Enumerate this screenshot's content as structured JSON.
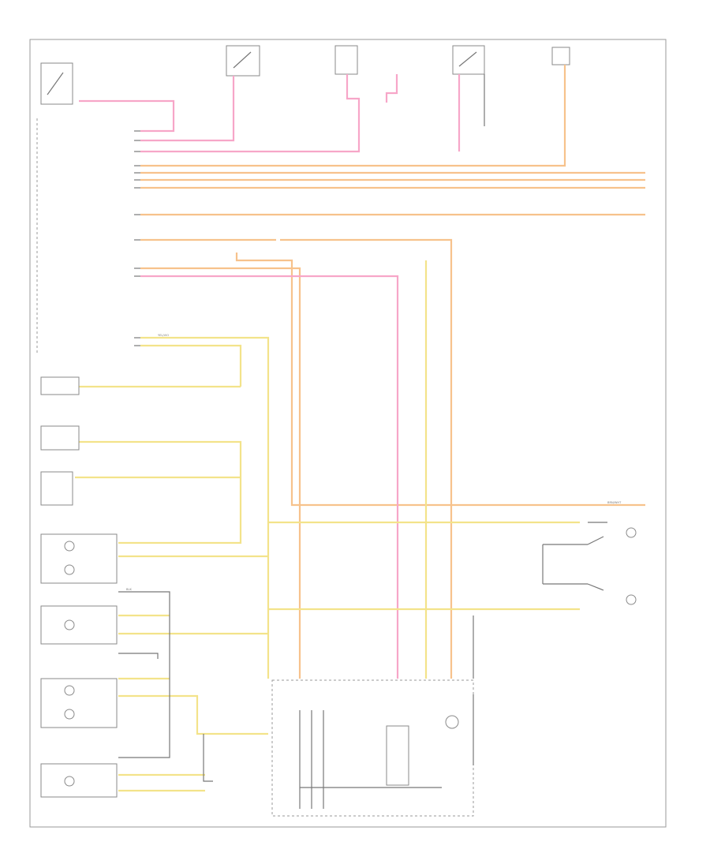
{
  "diagram": {
    "colors": {
      "pink": "#f7a6c8",
      "orange": "#f7c28c",
      "yellow": "#f3e38a",
      "line": "#777777"
    },
    "labels": {
      "wire_yellow": "YEL/VIO",
      "wire_brown": "BRN/WHT",
      "wire_black": "BLK"
    }
  }
}
